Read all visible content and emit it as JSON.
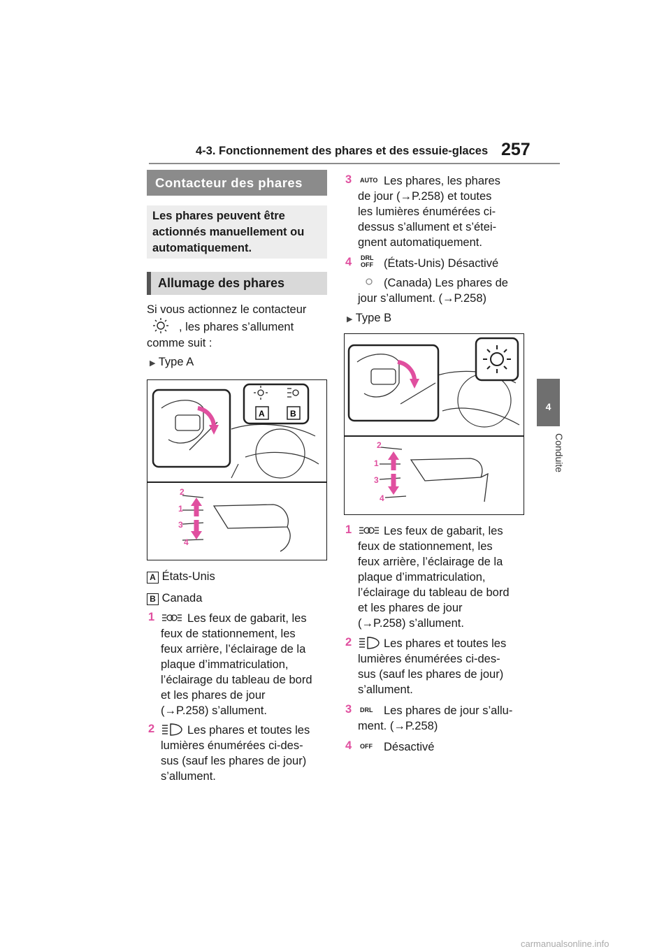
{
  "header": {
    "section_title": "4-3. Fonctionnement des phares et des essuie-glaces",
    "page_number": "257"
  },
  "side_tab": {
    "number": "4",
    "label": "Conduite"
  },
  "left": {
    "banner": "Contacteur des phares",
    "intro": "Les phares peuvent être actionnés manuellement ou automatiquement.",
    "subhead": "Allumage des phares",
    "lead_1": "Si vous actionnez le contacteur",
    "lead_2": ", les phares s’allument",
    "lead_3": "comme suit :",
    "type_a": "Type A",
    "legend_a_letter": "A",
    "legend_a_text": "États-Unis",
    "legend_b_letter": "B",
    "legend_b_text": "Canada",
    "items": [
      {
        "num": "1",
        "lines": [
          "Les feux de gabarit, les",
          "feux de stationnement, les",
          "feux arrière, l’éclairage de la",
          "plaque d’immatriculation,",
          "l’éclairage du tableau de bord",
          "et les phares de jour",
          "(→P.258) s’allument."
        ]
      },
      {
        "num": "2",
        "lines": [
          "Les phares et toutes les",
          "lumières énumérées ci-des-",
          "sus (sauf les phares de jour)",
          "s’allument."
        ]
      }
    ]
  },
  "fig_a": {
    "label_a": "A",
    "label_b": "B",
    "nums": [
      "2",
      "1",
      "3",
      "4"
    ]
  },
  "right": {
    "items_top": [
      {
        "num": "3",
        "icon_text": "AUTO",
        "lines": [
          "Les phares, les phares",
          "de jour (→P.258) et toutes",
          "les lumières énumérées ci-",
          "dessus s’allument et s’étei-",
          "gnent automatiquement."
        ]
      },
      {
        "num": "4",
        "icon_text_1": "DRL",
        "icon_text_2": "OFF",
        "lines": [
          "(États-Unis) Désactivé",
          "(Canada) Les phares de",
          "jour s’allument. (→P.258)"
        ]
      }
    ],
    "type_b": "Type B",
    "items_bottom": [
      {
        "num": "1",
        "lines": [
          "Les feux de gabarit, les",
          "feux de stationnement, les",
          "feux arrière, l’éclairage de la",
          "plaque d’immatriculation,",
          "l’éclairage du tableau de bord",
          "et les phares de jour",
          "(→P.258) s’allument."
        ]
      },
      {
        "num": "2",
        "lines": [
          "Les phares et toutes les",
          "lumières énumérées ci-des-",
          "sus (sauf les phares de jour)",
          "s’allument."
        ]
      },
      {
        "num": "3",
        "icon_text": "DRL",
        "lines": [
          "Les phares de jour s’allu-",
          "ment. (→P.258)"
        ]
      },
      {
        "num": "4",
        "icon_text": "OFF",
        "lines": [
          "Désactivé"
        ]
      }
    ]
  },
  "fig_b": {
    "nums": [
      "2",
      "1",
      "3",
      "4"
    ]
  },
  "footer": "carmanualsonline.info",
  "colors": {
    "accent": "#e04f9f",
    "banner_bg": "#8b8b8b",
    "box_bg": "#ededed",
    "subhead_bg": "#d9d9d9"
  }
}
